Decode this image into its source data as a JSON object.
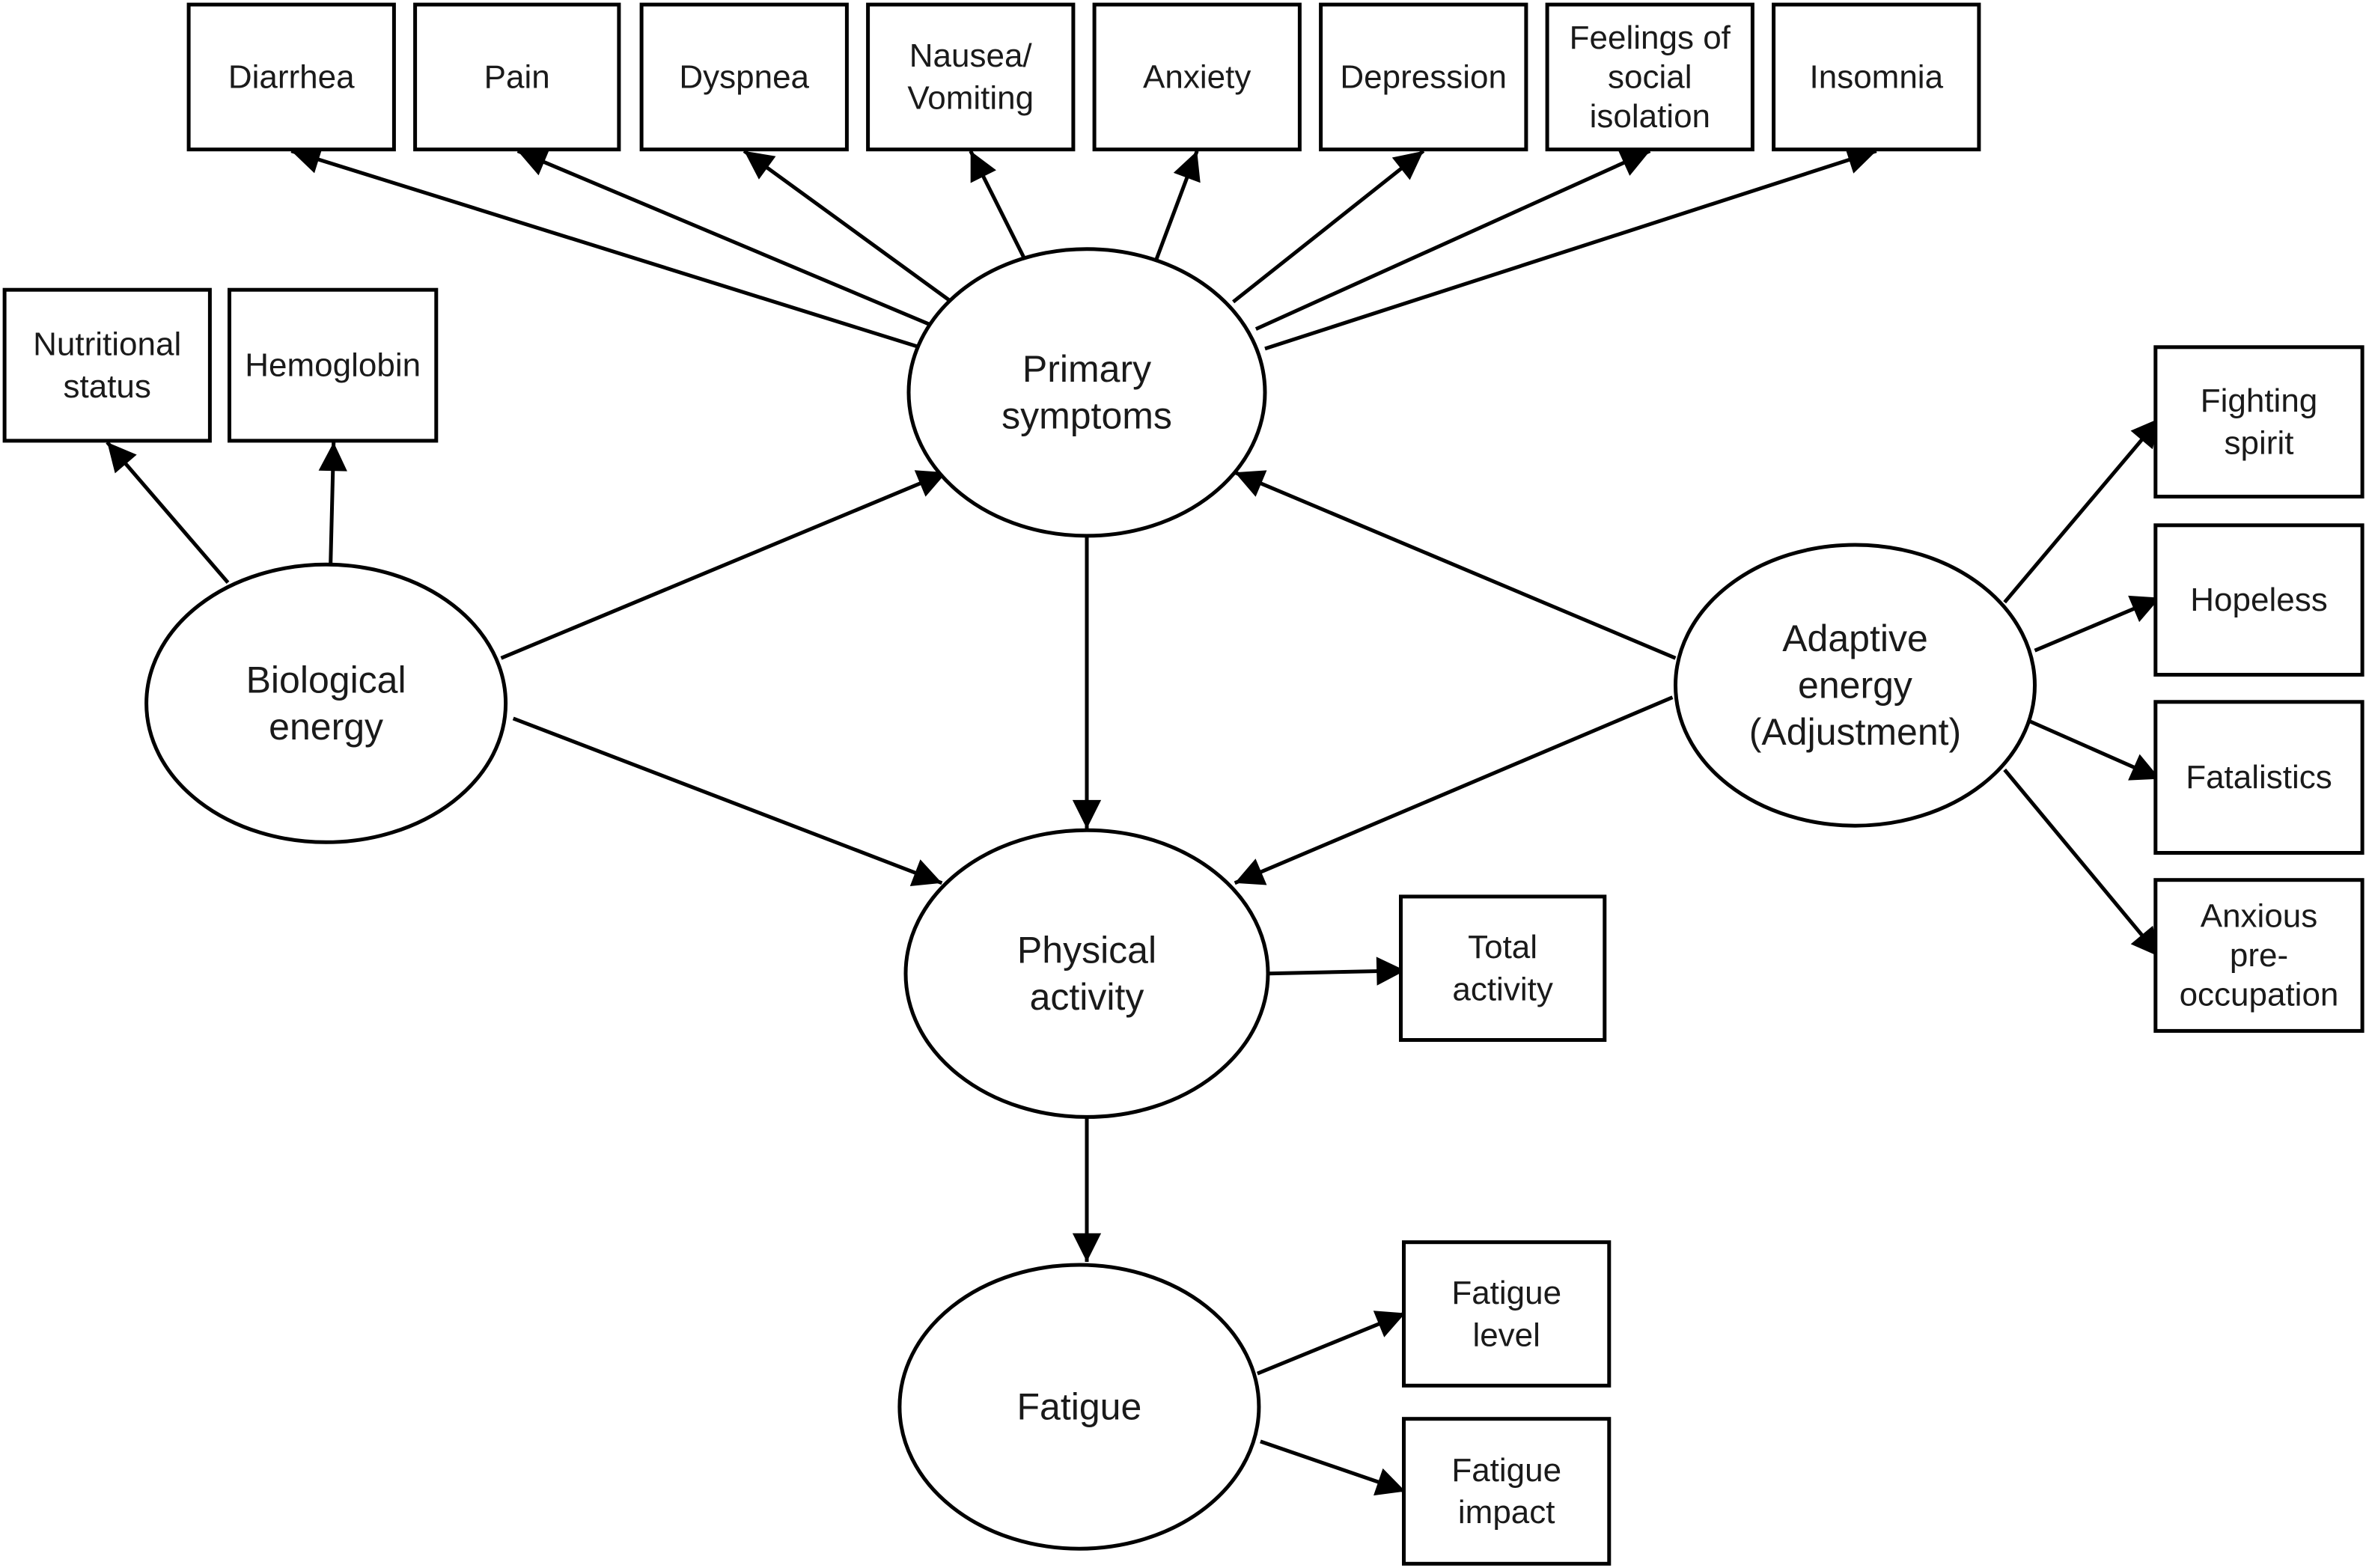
{
  "indicators": {
    "diarrhea": [
      "Diarrhea"
    ],
    "pain": [
      "Pain"
    ],
    "dyspnea": [
      "Dyspnea"
    ],
    "nausea_vomiting": [
      "Nausea/",
      "Vomiting"
    ],
    "anxiety": [
      "Anxiety"
    ],
    "depression": [
      "Depression"
    ],
    "social_isolation": [
      "Feelings of",
      "social",
      "isolation"
    ],
    "insomnia": [
      "Insomnia"
    ],
    "nutritional_status": [
      "Nutritional",
      "status"
    ],
    "hemoglobin": [
      "Hemoglobin"
    ],
    "fighting_spirit": [
      "Fighting",
      "spirit"
    ],
    "hopeless": [
      "Hopeless"
    ],
    "fatalistics": [
      "Fatalistics"
    ],
    "anxious_preoccupation": [
      "Anxious",
      "pre-",
      "occupation"
    ],
    "total_activity": [
      "Total",
      "activity"
    ],
    "fatigue_level": [
      "Fatigue",
      "level"
    ],
    "fatigue_impact": [
      "Fatigue",
      "impact"
    ]
  },
  "constructs": {
    "primary_symptoms": [
      "Primary",
      "symptoms"
    ],
    "biological_energy": [
      "Biological",
      "energy"
    ],
    "adaptive_energy": [
      "Adaptive",
      "energy",
      "(Adjustment)"
    ],
    "physical_activity": [
      "Physical",
      "activity"
    ],
    "fatigue": [
      "Fatigue"
    ]
  },
  "edges": [
    {
      "from": "primary_symptoms",
      "to": "diarrhea"
    },
    {
      "from": "primary_symptoms",
      "to": "pain"
    },
    {
      "from": "primary_symptoms",
      "to": "dyspnea"
    },
    {
      "from": "primary_symptoms",
      "to": "nausea_vomiting"
    },
    {
      "from": "primary_symptoms",
      "to": "anxiety"
    },
    {
      "from": "primary_symptoms",
      "to": "depression"
    },
    {
      "from": "primary_symptoms",
      "to": "social_isolation"
    },
    {
      "from": "primary_symptoms",
      "to": "insomnia"
    },
    {
      "from": "biological_energy",
      "to": "nutritional_status"
    },
    {
      "from": "biological_energy",
      "to": "hemoglobin"
    },
    {
      "from": "biological_energy",
      "to": "primary_symptoms"
    },
    {
      "from": "biological_energy",
      "to": "physical_activity"
    },
    {
      "from": "adaptive_energy",
      "to": "primary_symptoms"
    },
    {
      "from": "adaptive_energy",
      "to": "physical_activity"
    },
    {
      "from": "adaptive_energy",
      "to": "fighting_spirit"
    },
    {
      "from": "adaptive_energy",
      "to": "hopeless"
    },
    {
      "from": "adaptive_energy",
      "to": "fatalistics"
    },
    {
      "from": "adaptive_energy",
      "to": "anxious_preoccupation"
    },
    {
      "from": "primary_symptoms",
      "to": "physical_activity"
    },
    {
      "from": "physical_activity",
      "to": "total_activity"
    },
    {
      "from": "physical_activity",
      "to": "fatigue"
    },
    {
      "from": "fatigue",
      "to": "fatigue_level"
    },
    {
      "from": "fatigue",
      "to": "fatigue_impact"
    }
  ]
}
